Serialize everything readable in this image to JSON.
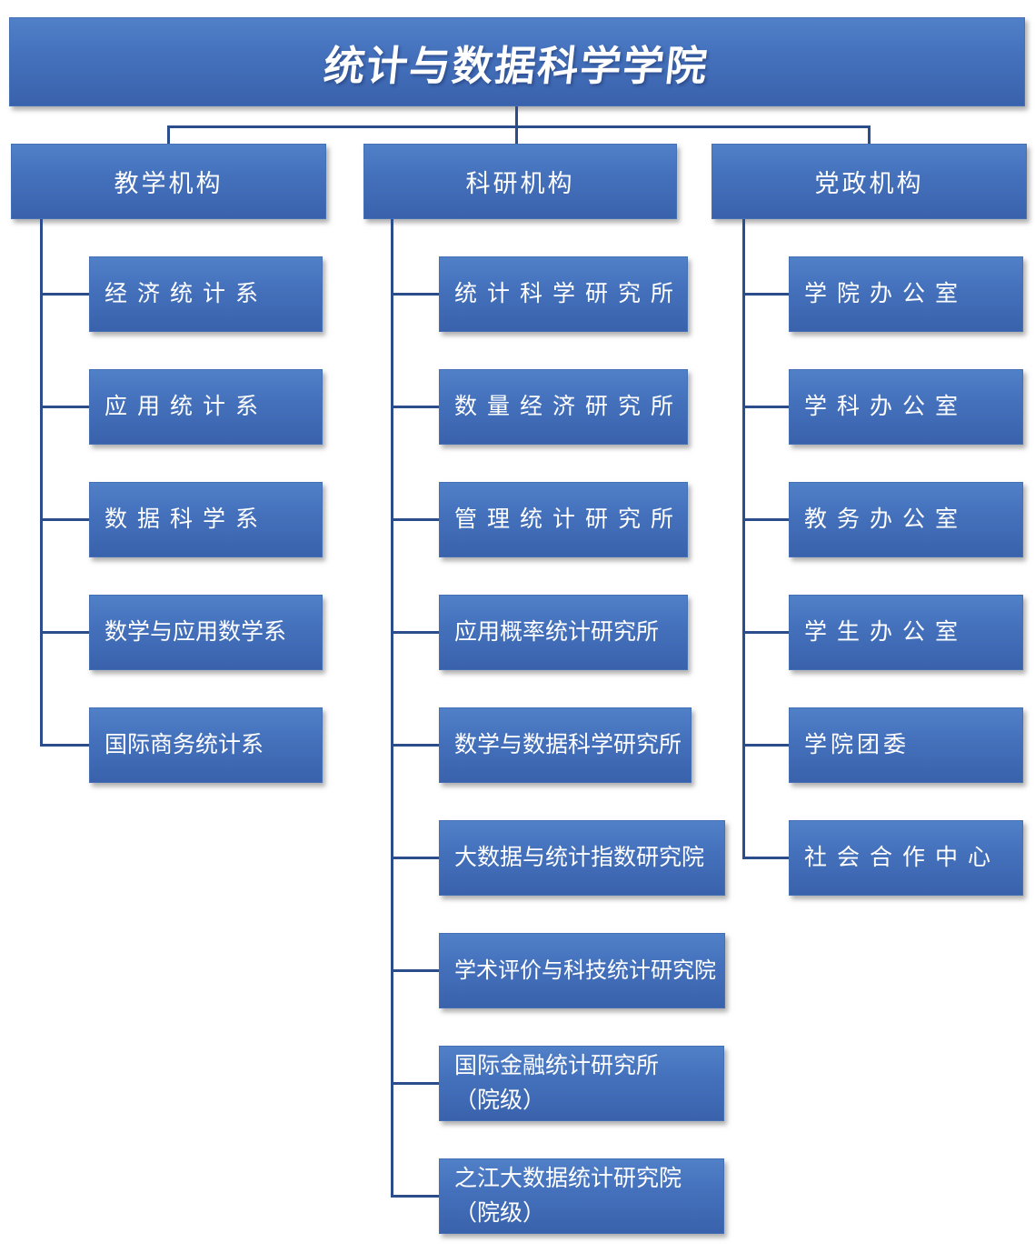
{
  "title": "统计与数据科学学院",
  "colors": {
    "box_gradient_top": "#5080c8",
    "box_gradient_bottom": "#3a62ac",
    "box_text": "#ffffff",
    "connector": "#2b4d8c",
    "background": "#ffffff"
  },
  "columns": [
    {
      "header": "教学机构",
      "items": [
        {
          "label": "经济统计系"
        },
        {
          "label": "应用统计系"
        },
        {
          "label": "数据科学系"
        },
        {
          "label": "数学与应用数学系"
        },
        {
          "label": "国际商务统计系"
        }
      ]
    },
    {
      "header": "科研机构",
      "items": [
        {
          "label": "统计科学研究所"
        },
        {
          "label": "数量经济研究所"
        },
        {
          "label": "管理统计研究所"
        },
        {
          "label": "应用概率统计研究所"
        },
        {
          "label": "数学与数据科学研究所"
        },
        {
          "label": "大数据与统计指数研究院"
        },
        {
          "label": "学术评价与科技统计研究院"
        },
        {
          "label": "国际金融统计研究所",
          "label2": "（院级）"
        },
        {
          "label": "之江大数据统计研究院",
          "label2": "（院级）"
        }
      ]
    },
    {
      "header": "党政机构",
      "items": [
        {
          "label": "学院办公室"
        },
        {
          "label": "学科办公室"
        },
        {
          "label": "教务办公室"
        },
        {
          "label": "学生办公室"
        },
        {
          "label": "学院团委"
        },
        {
          "label": "社会合作中心"
        }
      ]
    }
  ]
}
